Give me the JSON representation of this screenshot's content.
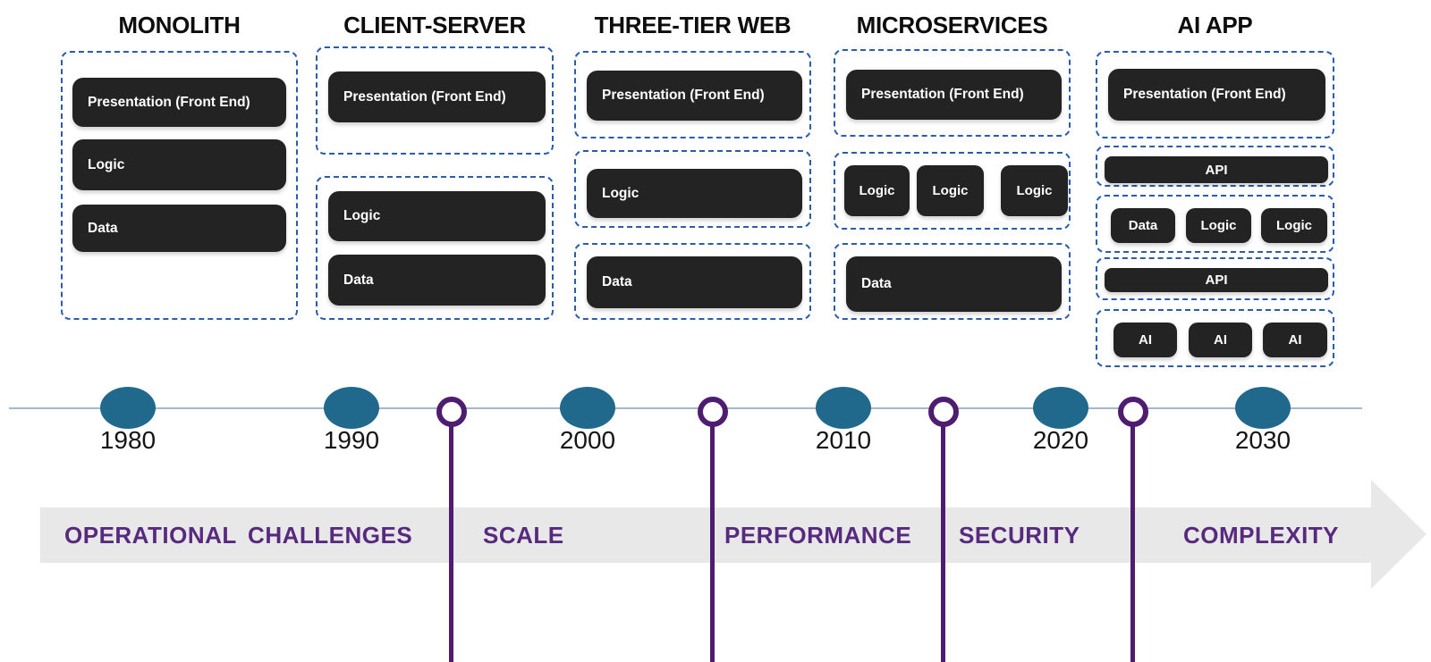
{
  "columns": [
    {
      "title": "MONOLITH",
      "groups": [
        {
          "boxes": [
            {
              "label": "Presentation (Front End)"
            },
            {
              "label": "Logic"
            },
            {
              "label": "Data"
            }
          ]
        }
      ]
    },
    {
      "title": "CLIENT-SERVER",
      "groups": [
        {
          "boxes": [
            {
              "label": "Presentation (Front End)"
            }
          ]
        },
        {
          "boxes": [
            {
              "label": "Logic"
            },
            {
              "label": "Data"
            }
          ]
        }
      ]
    },
    {
      "title": "THREE-TIER WEB",
      "groups": [
        {
          "boxes": [
            {
              "label": "Presentation (Front End)"
            }
          ]
        },
        {
          "boxes": [
            {
              "label": "Logic"
            }
          ]
        },
        {
          "boxes": [
            {
              "label": "Data"
            }
          ]
        }
      ]
    },
    {
      "title": "MICROSERVICES",
      "groups": [
        {
          "boxes": [
            {
              "label": "Presentation (Front End)"
            }
          ]
        },
        {
          "boxes": [
            {
              "label": "Logic"
            },
            {
              "label": "Logic"
            },
            {
              "label": "Logic"
            }
          ]
        },
        {
          "boxes": [
            {
              "label": "Data"
            }
          ]
        }
      ]
    },
    {
      "title": "AI APP",
      "groups": [
        {
          "boxes": [
            {
              "label": "Presentation (Front End)"
            }
          ]
        },
        {
          "boxes": [
            {
              "label": "API"
            }
          ]
        },
        {
          "boxes": [
            {
              "label": "Data"
            },
            {
              "label": "Logic"
            },
            {
              "label": "Logic"
            }
          ]
        },
        {
          "boxes": [
            {
              "label": "API"
            }
          ]
        },
        {
          "boxes": [
            {
              "label": "AI"
            },
            {
              "label": "AI"
            },
            {
              "label": "AI"
            }
          ]
        }
      ]
    }
  ],
  "timeline": {
    "years": [
      "1980",
      "1990",
      "2000",
      "2010",
      "2020",
      "2030"
    ]
  },
  "banner": {
    "labels": [
      "OPERATIONAL CHALLENGES",
      "SCALE",
      "PERFORMANCE",
      "SECURITY",
      "COMPLEXITY"
    ]
  },
  "colors": {
    "box_fill": "#232323",
    "box_text": "#ffffff",
    "dashed_border": "#2b5cad",
    "timeline_dot_teal": "#20698c",
    "timeline_line": "#a4b7cb",
    "milestone_purple": "#4e1d72",
    "banner_text_purple": "#582a7f",
    "banner_fill_gray": "#e8e8e8"
  }
}
